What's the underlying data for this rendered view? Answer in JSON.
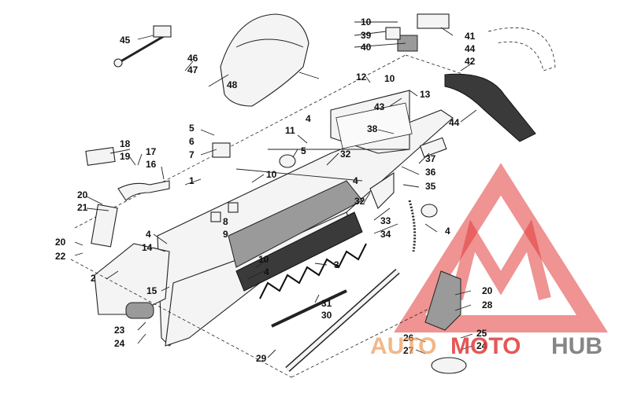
{
  "diagram": {
    "callouts": [
      "45",
      "46",
      "47",
      "48",
      "10",
      "39",
      "40",
      "41",
      "44",
      "42",
      "12",
      "10",
      "13",
      "43",
      "44",
      "5",
      "6",
      "7",
      "11",
      "4",
      "5",
      "38",
      "37",
      "36",
      "35",
      "18",
      "19",
      "17",
      "16",
      "1",
      "10",
      "32",
      "4",
      "20",
      "21",
      "8",
      "9",
      "32",
      "33",
      "34",
      "4",
      "20",
      "22",
      "4",
      "14",
      "10",
      "3",
      "2",
      "4",
      "15",
      "31",
      "30",
      "23",
      "24",
      "29",
      "20",
      "28",
      "26",
      "27",
      "25",
      "24"
    ]
  },
  "watermark": {
    "part1": "AUTO",
    "part2": "MOTO",
    "part3": "HUB",
    "color_red": "#e23a3a",
    "color_orange": "#f0a060",
    "color_gray": "#7a7a7a"
  }
}
